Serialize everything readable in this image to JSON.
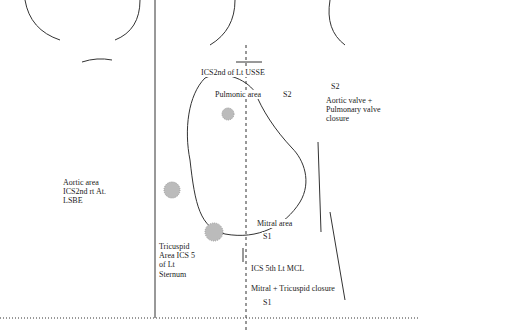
{
  "diagram": {
    "labels": [
      "Aortic area ICS2nd rt At. LSBE",
      "ICS2nd of Lt USSE",
      "Pulmonic area",
      "S2",
      "S2",
      "Aortic valve + Pulmonary valve closure",
      "Mitral area",
      "S1",
      "Tricuspid Area ICS 5 of Lt Sternum",
      "ICS 5th Lt MCL",
      "Mitral + Tricuspid closure",
      "S1"
    ]
  }
}
